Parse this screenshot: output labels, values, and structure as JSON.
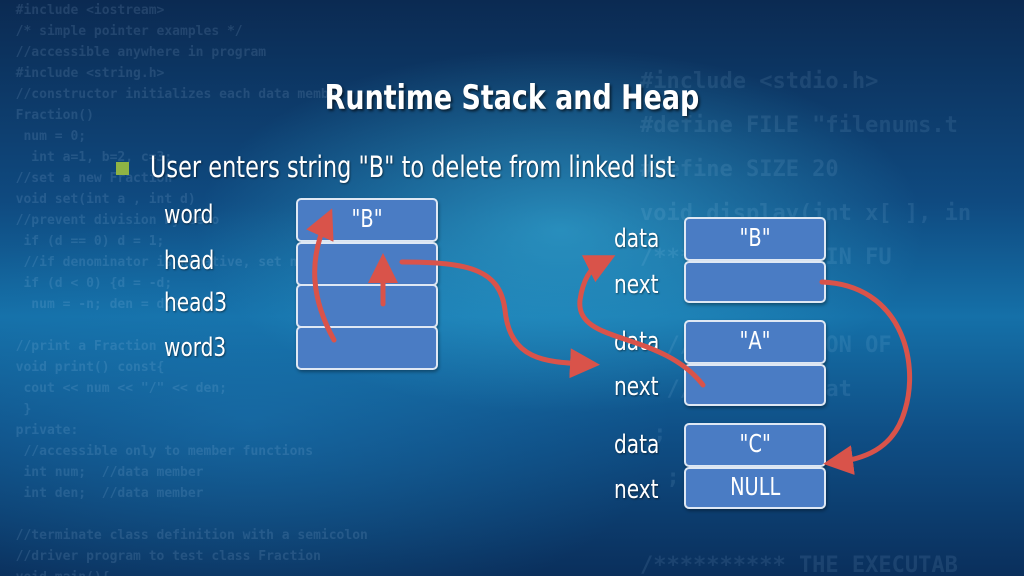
{
  "slide": {
    "title": "Runtime Stack and Heap",
    "bullet": "User enters string \"B\" to delete from linked list"
  },
  "stack": {
    "labels": [
      "word",
      "head",
      "head3",
      "word3"
    ],
    "cells": [
      "\"B\"",
      "",
      "",
      ""
    ]
  },
  "heap": {
    "nodes": [
      {
        "data_label": "data",
        "next_label": "next",
        "data": "\"B\"",
        "next": ""
      },
      {
        "data_label": "data",
        "next_label": "next",
        "data": "\"A\"",
        "next": ""
      },
      {
        "data_label": "data",
        "next_label": "next",
        "data": "\"C\"",
        "next": "NULL"
      }
    ]
  },
  "colors": {
    "cell_fill": "#4a7cc4",
    "cell_border": "#dfe8f4",
    "arrow": "#d9534a",
    "bullet": "#8fb344"
  }
}
